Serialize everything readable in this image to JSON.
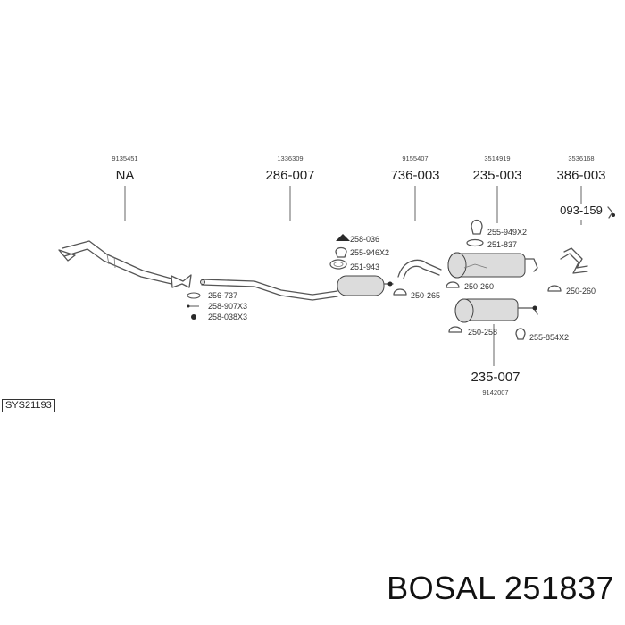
{
  "columns": [
    {
      "code": "9135451",
      "part": "NA"
    },
    {
      "code": "1336309",
      "part": "286-007"
    },
    {
      "code": "9155407",
      "part": "736-003"
    },
    {
      "code": "3514919",
      "part": "235-003"
    },
    {
      "code": "3536168",
      "part": "386-003"
    }
  ],
  "lower_part": {
    "part": "235-007",
    "code": "9142007"
  },
  "side_part": "093-159",
  "labels": {
    "l256_737": "256-737",
    "l258_907": "258-907X3",
    "l258_038": "258-038X3",
    "l258_036": "258-036",
    "l255_946": "255-946X2",
    "l251_943": "251-943",
    "l250_265": "250-265",
    "l255_949": "255-949X2",
    "l251_837": "251-837",
    "l250_260a": "250-260",
    "l250_260b": "250-260",
    "l250_258": "250-258",
    "l255_854": "255-854X2"
  },
  "system_id": "SYS21193",
  "footer": "BOSAL 251837"
}
